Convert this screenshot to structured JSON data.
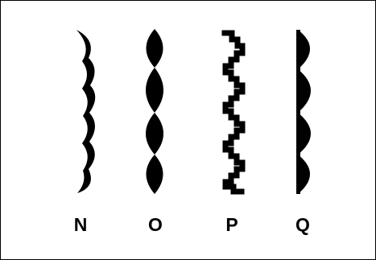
{
  "figure": {
    "options": [
      {
        "label": "N",
        "pattern": "wavy-line"
      },
      {
        "label": "O",
        "pattern": "lens-chain"
      },
      {
        "label": "P",
        "pattern": "stepped-zigzag"
      },
      {
        "label": "Q",
        "pattern": "half-lens-chain"
      }
    ],
    "colors": {
      "ink": "#000000",
      "paper": "#ffffff",
      "border": "#000000"
    }
  }
}
